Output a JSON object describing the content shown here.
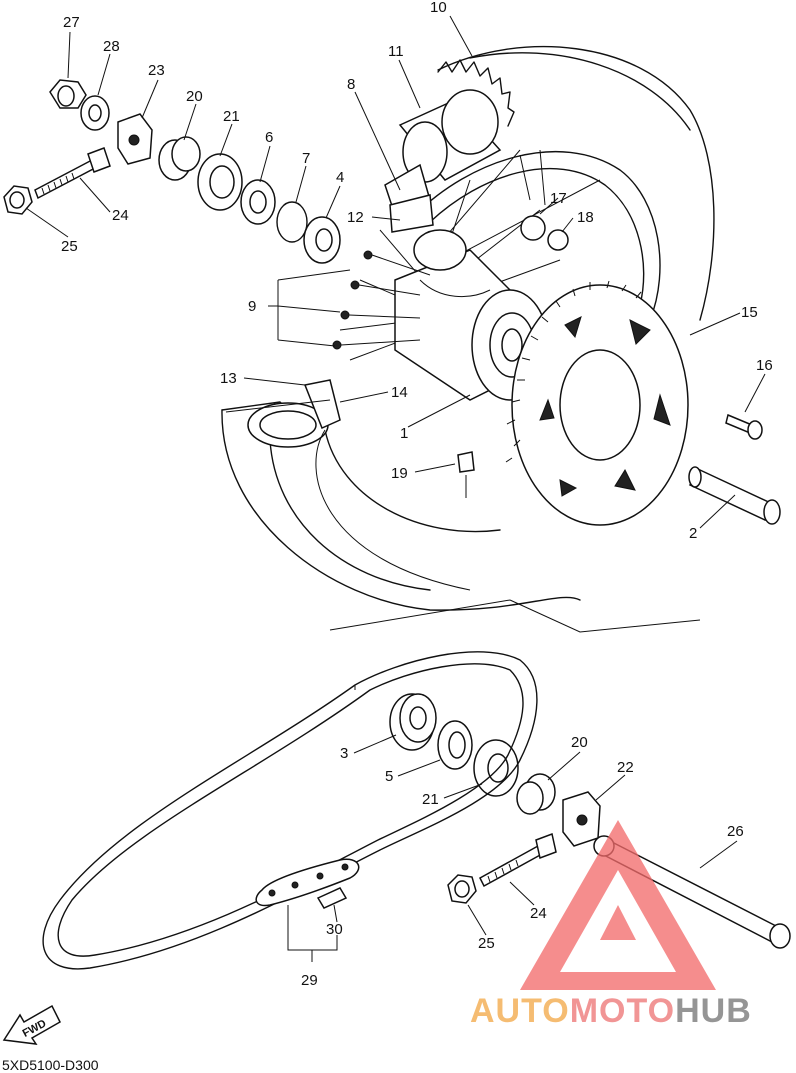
{
  "diagram": {
    "labels": [
      "27",
      "28",
      "23",
      "20",
      "21",
      "6",
      "7",
      "4",
      "8",
      "11",
      "10",
      "12",
      "17",
      "18",
      "9",
      "15",
      "16",
      "13",
      "14",
      "1",
      "19",
      "2",
      "3",
      "5",
      "21",
      "20",
      "22",
      "26",
      "24",
      "25",
      "30",
      "29",
      "24",
      "25"
    ],
    "fwd_label": "FWD",
    "drawing_code": "5XD5100-D300"
  },
  "watermark": {
    "text_a": "AUTO",
    "text_b": "MOTO",
    "text_c": "HUB",
    "colors": {
      "orange": "#f5b563",
      "pink": "#f08a8a",
      "gray": "#8a8a8a",
      "triangle": "#f26b6b"
    }
  }
}
